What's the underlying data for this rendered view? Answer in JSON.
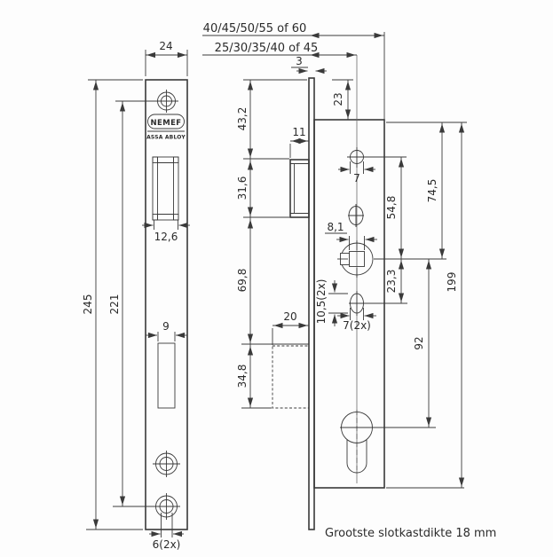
{
  "drawing": {
    "note": "Grootste slotkastdikte 18 mm",
    "brand": {
      "name": "NEMEF",
      "group": "ASSA ABLOY"
    },
    "dims": {
      "backset_outer": "40/45/50/55 of 60",
      "backset_inner": "25/30/35/40 of 45",
      "plate_thickness": "3",
      "plate_width": "24",
      "body_top_offset": "23",
      "plate_height": "245",
      "screw_distance": "221",
      "latch_width": "12,6",
      "slot_width": "9",
      "screw_hole_dia": "6(2x)",
      "seg_top": "43,2",
      "seg_latch": "31,6",
      "seg_mid": "69,8",
      "seg_case": "34,8",
      "latch_depth": "11",
      "case_depth": "20",
      "hole_top_dia": "7",
      "spindle_square": "8,1",
      "oval_height": "10,5(2x)",
      "oval_width": "7(2x)",
      "hole_to_follower": "54,8",
      "follower_to_oval": "23,3",
      "body_height": "199",
      "follower_to_cylinder": "92",
      "top_to_follower": "74,5"
    }
  }
}
